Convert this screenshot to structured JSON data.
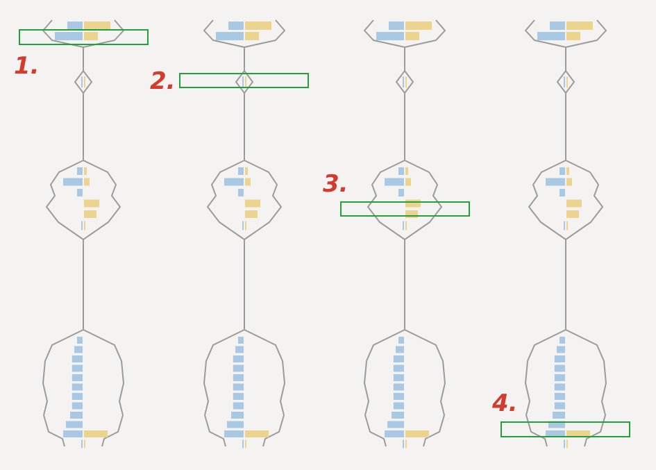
{
  "colors": {
    "background": "#f4f3f2",
    "outline": "#9b9b9b",
    "bar_left": "#a9c8e4",
    "bar_right": "#ecd48f",
    "highlight_box": "#22a03a",
    "step_label": "#d43a2e"
  },
  "steps": [
    {
      "label": "1.",
      "target": "top-node"
    },
    {
      "label": "2.",
      "target": "diamond-node"
    },
    {
      "label": "3.",
      "target": "middle-node"
    },
    {
      "label": "4.",
      "target": "bottom-node"
    }
  ],
  "nodes": {
    "top": {
      "bars": [
        {
          "left": 0.55,
          "right": 0.95
        },
        {
          "left": 1.0,
          "right": 0.5
        }
      ]
    },
    "diamond": {
      "bars": [
        {
          "left": 0.05,
          "right": 0.05
        }
      ]
    },
    "middle": {
      "bars": [
        {
          "left": 0.2,
          "right": 0.1
        },
        {
          "left": 0.7,
          "right": 0.2
        },
        {
          "left": 0.2,
          "right": 0.0
        },
        {
          "left": 0.0,
          "right": 0.55
        },
        {
          "left": 0.0,
          "right": 0.45
        },
        {
          "left": 0.05,
          "right": 0.05
        }
      ]
    },
    "bottom": {
      "bars": [
        {
          "left": 0.2,
          "right": 0
        },
        {
          "left": 0.3,
          "right": 0
        },
        {
          "left": 0.38,
          "right": 0
        },
        {
          "left": 0.38,
          "right": 0
        },
        {
          "left": 0.38,
          "right": 0
        },
        {
          "left": 0.38,
          "right": 0
        },
        {
          "left": 0.38,
          "right": 0
        },
        {
          "left": 0.38,
          "right": 0
        },
        {
          "left": 0.45,
          "right": 0
        },
        {
          "left": 0.6,
          "right": 0
        },
        {
          "left": 0.7,
          "right": 0.85
        },
        {
          "left": 0.05,
          "right": 0.05
        }
      ]
    }
  }
}
